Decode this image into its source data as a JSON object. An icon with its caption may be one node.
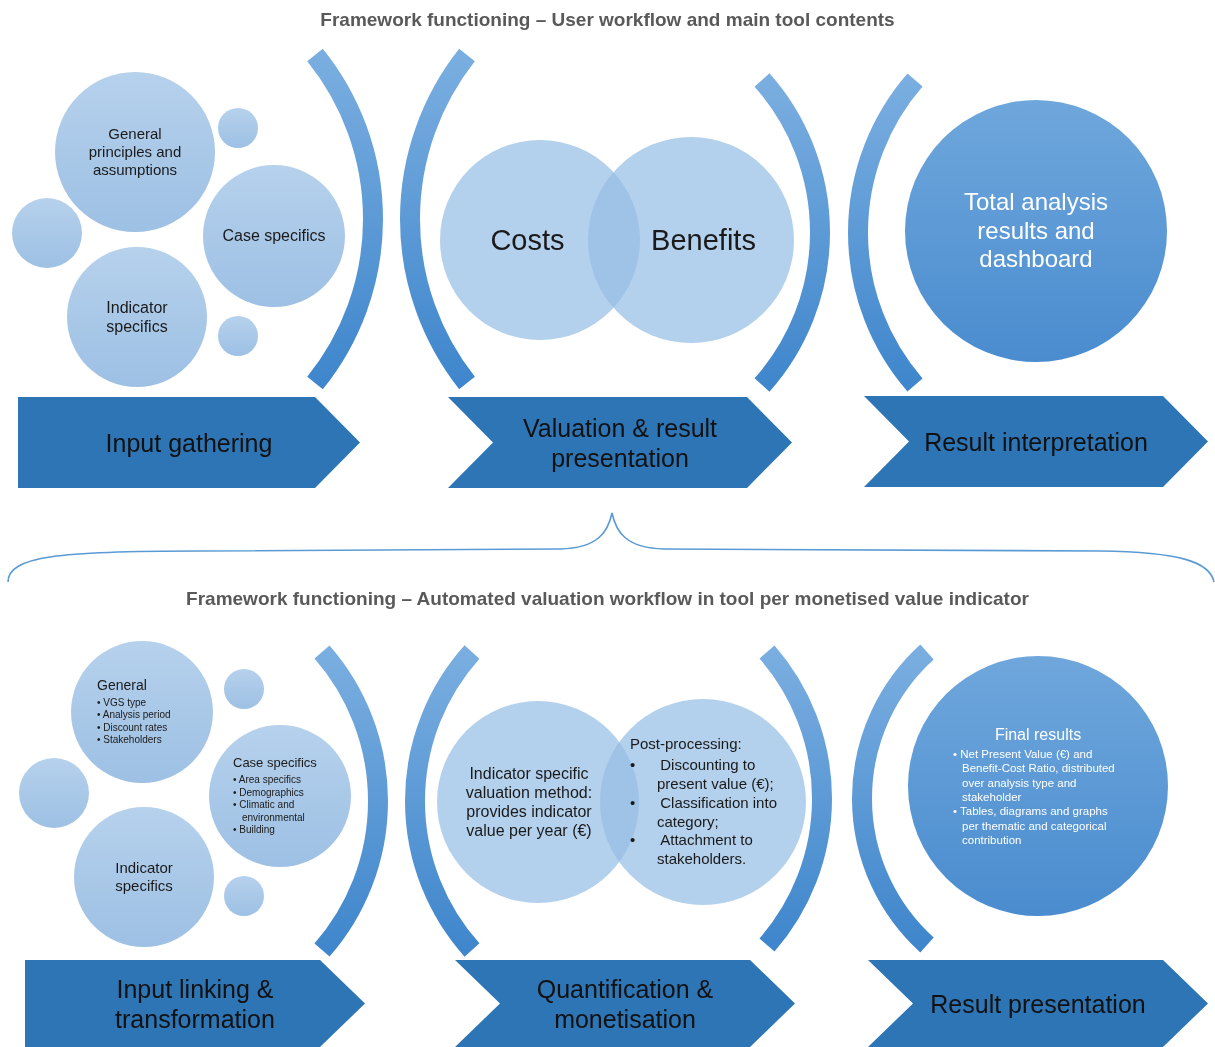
{
  "diagram": {
    "title": "Framework functioning – User workflow and main tool contents",
    "nodes": [
      {
        "text": [
          "General principles and assumptions"
        ]
      },
      {
        "text": [],
        "shape": "circle"
      },
      {
        "text": [],
        "shape": "circle"
      },
      {
        "text": [
          "Case specifics"
        ]
      },
      {
        "text": [
          "Indicator specifics"
        ]
      },
      {
        "text": [],
        "shape": "circle"
      },
      {
        "text": [
          "Costs"
        ]
      },
      {
        "text": [
          "Benefits"
        ]
      },
      {
        "text": [
          "Total analysis results and dashboard"
        ]
      },
      {
        "text": [
          "Input gathering"
        ]
      },
      {
        "text": [
          "Valuation & result presentation"
        ]
      },
      {
        "text": [
          "Result interpretation"
        ]
      },
      {
        "text": [
          "General",
          "• VGS type",
          "• Analysis period",
          "• Discount rates",
          "• Stakeholders"
        ]
      },
      {
        "text": [],
        "shape": "circle"
      },
      {
        "text": [],
        "shape": "circle"
      },
      {
        "text": [
          "Case specifics",
          "• Area specifics",
          "• Demographics",
          "• Climatic and environmental",
          "• Building"
        ]
      },
      {
        "text": [
          "Indicator specifics"
        ]
      },
      {
        "text": [],
        "shape": "circle"
      },
      {
        "text": [
          "Indicator specific valuation method: provides indicator value per year (€)"
        ]
      },
      {
        "text": [
          "Post-processing:",
          "•      Discounting to present value (€);",
          "•      Classification into category;",
          "•      Attachment to stakeholders."
        ]
      },
      {
        "text": [
          "Final results",
          "• Net Present Value (€) and Benefit-Cost Ratio, distributed over analysis type and stakeholder",
          "• Tables, diagrams and graphs per thematic and categorical contribution"
        ]
      },
      {
        "text": [
          "Input linking & transformation"
        ]
      },
      {
        "text": [
          "Quantification & monetisation"
        ]
      },
      {
        "text": [
          "Result presentation"
        ]
      }
    ],
    "labels": [
      "Framework functioning – Automated valuation workflow in tool per monetised value indicator"
    ]
  }
}
